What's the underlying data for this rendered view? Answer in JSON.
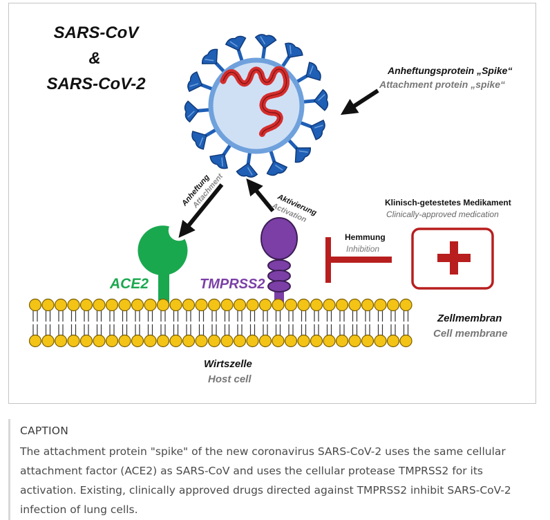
{
  "figure": {
    "virus_title": [
      "SARS-CoV",
      "&",
      "SARS-CoV-2"
    ],
    "spike_label_de": "Anheftungsprotein „Spike“",
    "spike_label_en": "Attachment protein „spike“",
    "attachment_de": "Anheftung",
    "attachment_en": "Attachment",
    "activation_de": "Aktivierung",
    "activation_en": "Activation",
    "medication_de": "Klinisch-getestetes Medikament",
    "medication_en": "Clinically-approved medication",
    "inhibition_de": "Hemmung",
    "inhibition_en": "Inhibition",
    "ace2_label": "ACE2",
    "tmprss2_label": "TMPRSS2",
    "membrane_de": "Zellmembran",
    "membrane_en": "Cell membrane",
    "host_de": "Wirtszelle",
    "host_en": "Host cell",
    "colors": {
      "ace2": "#1aa84f",
      "tmprss2": "#7b3fa6",
      "inhibitor": "#b81e1e",
      "lipid": "#f3c316",
      "virus_fill": "#cfe0f5",
      "virus_ring": "#6fa1dc",
      "spike": "#1f5fb5",
      "rna": "#d42d2d"
    }
  },
  "caption": {
    "heading": "CAPTION",
    "text": "The attachment protein \"spike\" of the new coronavirus SARS-CoV-2 uses the same cellular attachment factor (ACE2) as SARS-CoV and uses the cellular protease TMPRSS2 for its activation. Existing, clinically approved drugs directed against TMPRSS2 inhibit SARS-CoV-2 infection of lung cells."
  }
}
